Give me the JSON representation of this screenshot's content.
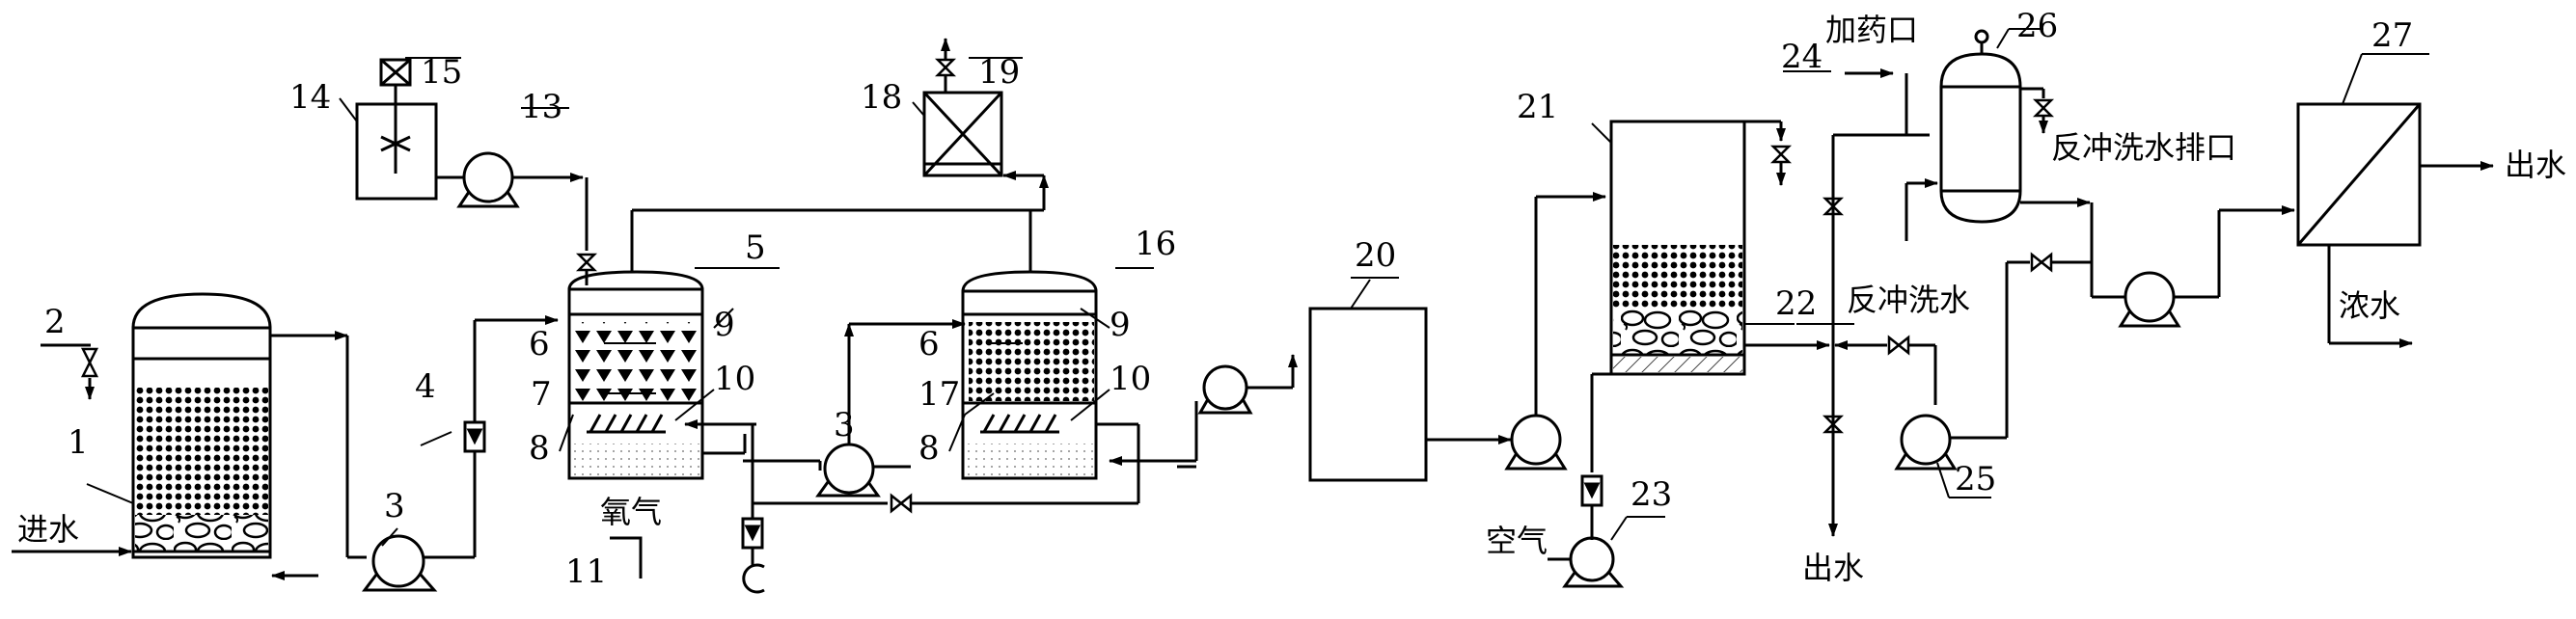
{
  "diagram": {
    "numbers": {
      "n1": "1",
      "n2": "2",
      "n3a": "3",
      "n3b": "3",
      "n4": "4",
      "n5": "5",
      "n6a": "6",
      "n6b": "6",
      "n7": "7",
      "n8a": "8",
      "n8b": "8",
      "n9a": "9",
      "n9b": "9",
      "n10a": "10",
      "n10b": "10",
      "n11": "11",
      "n13": "13",
      "n14": "14",
      "n15": "15",
      "n16": "16",
      "n17": "17",
      "n18": "18",
      "n19": "19",
      "n20": "20",
      "n21": "21",
      "n22": "22",
      "n23": "23",
      "n24": "24",
      "n25": "25",
      "n26": "26",
      "n27": "27"
    },
    "labels": {
      "inlet_water": "进水",
      "oxygen": "氧气",
      "air": "空气",
      "dosing_port": "加药口",
      "backwash_drain": "反冲洗水排口",
      "backwash_water": "反冲洗水",
      "outlet_water_mid": "出水",
      "outlet_water_right": "出水",
      "concentrate": "浓水"
    }
  }
}
